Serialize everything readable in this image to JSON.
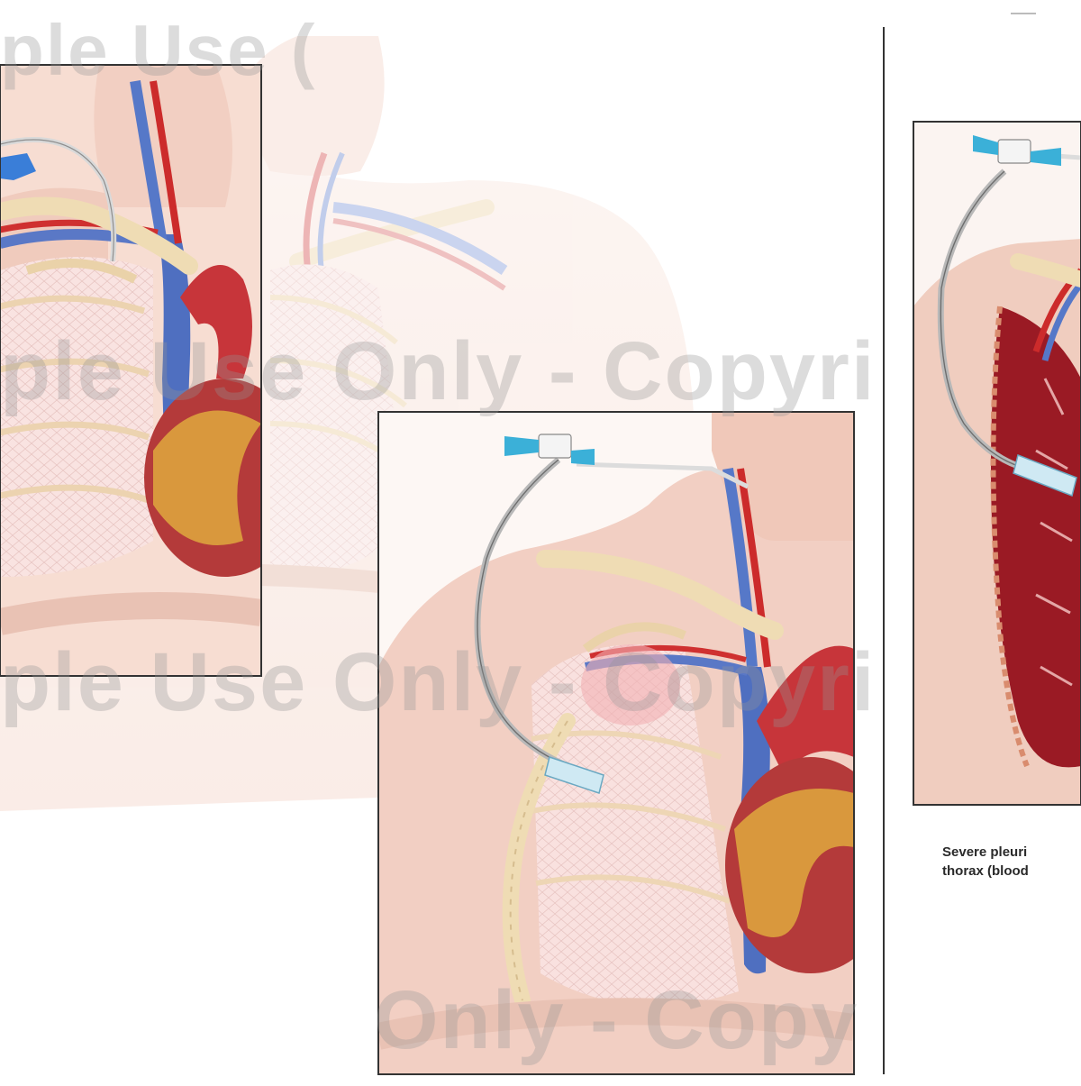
{
  "colors": {
    "skin": "#f4d9cc",
    "skin_dark": "#e7b9a6",
    "bone": "#efdcb4",
    "artery": "#cc2b2b",
    "vein": "#5875c2",
    "heart": "#b93838",
    "fat": "#e2ac3a",
    "tube_connector": "#3bb0d8",
    "frame": "#333333"
  },
  "watermark": {
    "line1": "ple Use Only - Copyri",
    "line2": "ple Use Only - Copyri",
    "line3": "Only - Copy",
    "top": "ple Use  ("
  },
  "caption": {
    "line1": "Severe pleuri",
    "line2": "thorax (blood"
  }
}
